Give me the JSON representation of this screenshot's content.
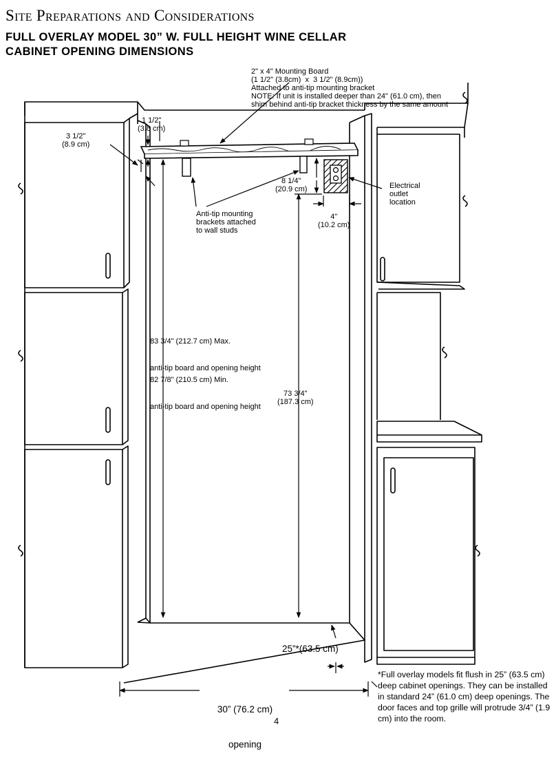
{
  "header": {
    "title": "Site Preparations and Considerations",
    "subtitle_line1": "FULL OVERLAY MODEL 30” W. FULL HEIGHT WINE CELLAR",
    "subtitle_line2": "CABINET OPENING DIMENSIONS"
  },
  "callouts": {
    "mounting_board": "2\" x 4\" Mounting Board\n(1 1/2\" (3.8cm)  x  3 1/2\" (8.9cm))\nAttached to anti-tip mounting bracket\nNOTE: If unit is installed deeper than 24\" (61.0 cm), then\nshim behind anti-tip bracket thickness by the same amount",
    "board_thickness": "1 1/2\"\n(3.8 cm)",
    "board_depth": "3 1/2\"\n(8.9 cm)",
    "outlet_height": "8 1/4\"\n(20.9 cm)",
    "electrical_outlet": "Electrical\noutlet\nlocation",
    "outlet_offset": "4\"\n(10.2 cm)",
    "anti_tip_brackets": "Anti-tip mounting\nbrackets attached\nto wall studs",
    "max_height_line1": "83 3/4\" (212.7 cm) Max.",
    "max_height_line2": "anti-tip board and opening height",
    "min_height_line1": "82 7/8\" (210.5 cm) Min.",
    "min_height_line2": "anti-tip board and opening height",
    "outlet_clear_height": "73 3/4\"\n(187.3 cm)",
    "depth": "25”*(63.5 cm)",
    "width_line1": "30” (76.2 cm)",
    "width_line2": "opening"
  },
  "footnote": "*Full overlay models fit flush in 25” (63.5 cm) deep cabinet openings.  They can be installed in standard 24” (61.0 cm) deep openings.  The door faces and top grille will protrude 3/4” (1.9 cm) into the room.",
  "page_number": "4"
}
